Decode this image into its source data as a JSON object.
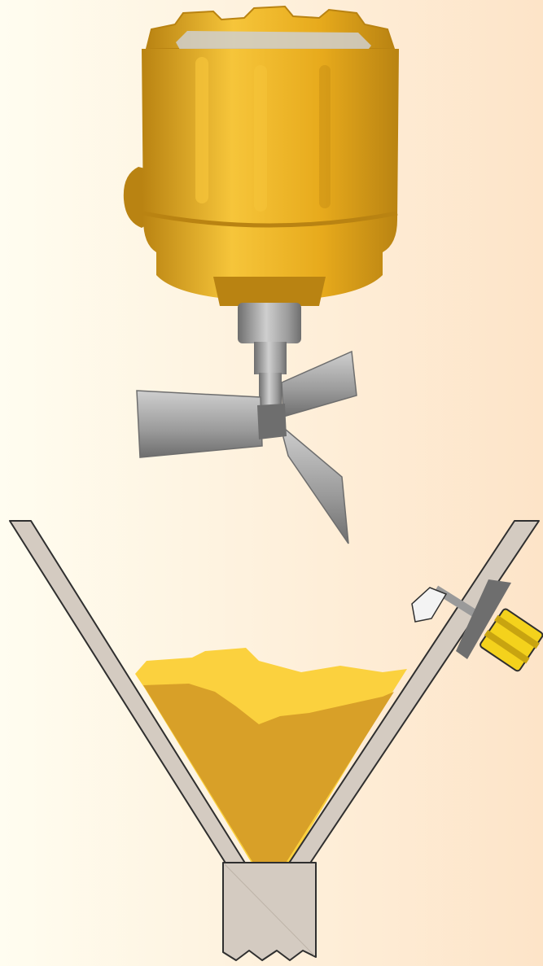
{
  "colors": {
    "background_left": "#fffdf0",
    "background_right": "#fde4c8",
    "housing_main": "#e7aa1c",
    "housing_light": "#f6c53a",
    "housing_dark": "#b98312",
    "metal": "#9a9a9a",
    "metal_light": "#cfcfcf",
    "metal_dark": "#6e6e6e",
    "hopper_fill": "#d4cbc1",
    "hopper_stroke": "#2f2f2f",
    "bulk_top": "#fbd13e",
    "bulk_body": "#d8a028",
    "side_switch_body": "#f4d21c"
  },
  "parts": {
    "level_switch": "rotating-paddle-level-switch",
    "housing": "explosion-proof-enclosure",
    "shaft": "drive-shaft",
    "paddle": "four-blade-paddle",
    "hopper": "conical-hopper",
    "material": "bulk-material",
    "outlet": "discharge-outlet",
    "side_mounted_switch": "side-mounted-switch"
  }
}
